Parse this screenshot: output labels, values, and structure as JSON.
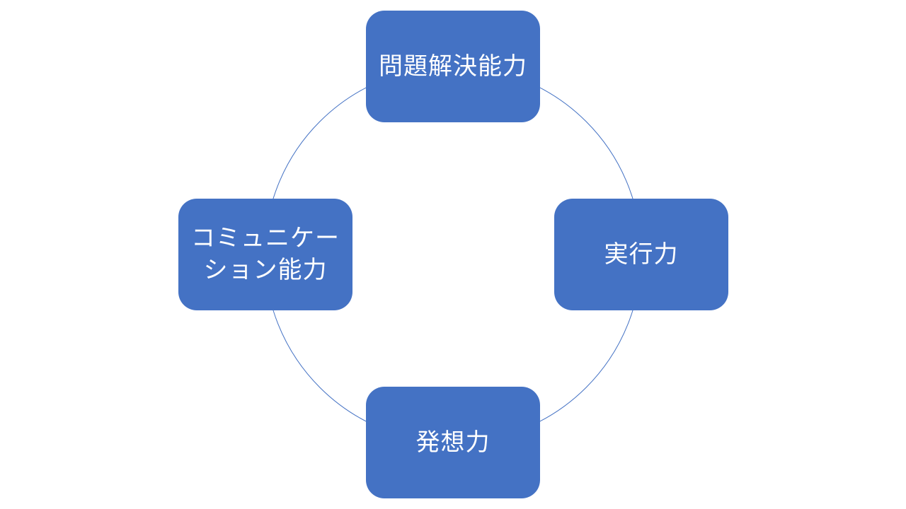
{
  "diagram": {
    "type": "cycle",
    "nodes": [
      {
        "id": "top",
        "label": "問題解決能力"
      },
      {
        "id": "right",
        "label": "実行力"
      },
      {
        "id": "bottom",
        "label": "発想力"
      },
      {
        "id": "left",
        "label": "コミュニケーション能力"
      }
    ]
  },
  "colors": {
    "node_fill": "#4472c4",
    "node_text": "#ffffff",
    "connector": "#4472c4",
    "background": "#ffffff"
  }
}
